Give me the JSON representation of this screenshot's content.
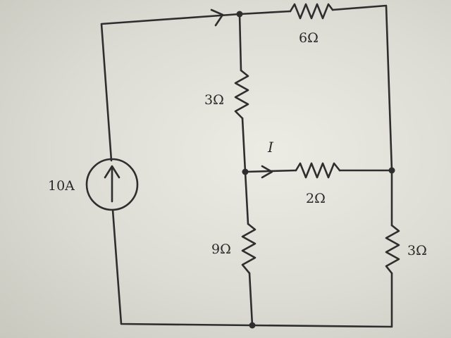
{
  "circuit": {
    "source_label": "10A",
    "current_label": "I",
    "resistors": {
      "top": "6Ω",
      "left_upper": "3Ω",
      "middle": "2Ω",
      "left_lower": "9Ω",
      "right_lower": "3Ω"
    }
  }
}
